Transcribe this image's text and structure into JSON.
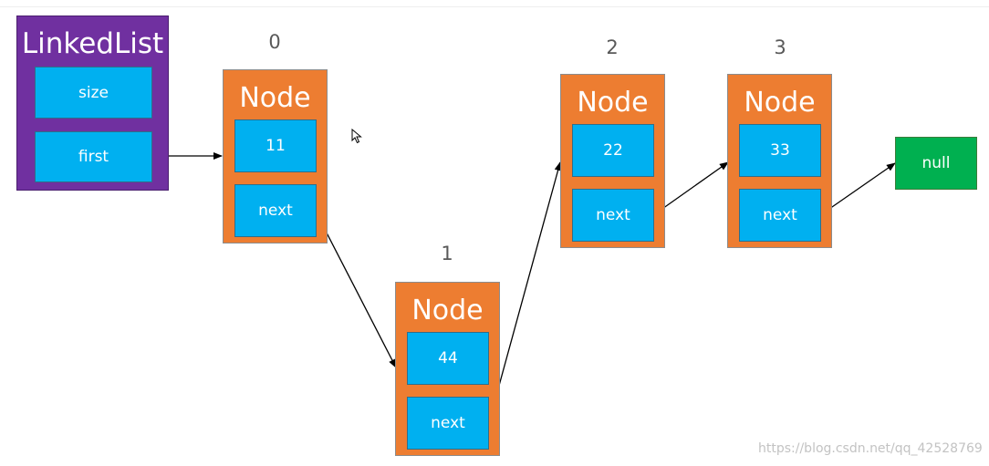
{
  "linked_list": {
    "title": "LinkedList",
    "fields": [
      "size",
      "first"
    ]
  },
  "nodes": [
    {
      "index": "0",
      "title": "Node",
      "value": "11",
      "next_label": "next"
    },
    {
      "index": "1",
      "title": "Node",
      "value": "44",
      "next_label": "next"
    },
    {
      "index": "2",
      "title": "Node",
      "value": "22",
      "next_label": "next"
    },
    {
      "index": "3",
      "title": "Node",
      "value": "33",
      "next_label": "next"
    }
  ],
  "terminal": {
    "label": "null"
  },
  "watermark": "https://blog.csdn.net/qq_42528769",
  "colors": {
    "linked_list": "#7030a0",
    "node": "#ed7d31",
    "field": "#00b0f0",
    "null": "#00b050",
    "arrow": "#000000"
  }
}
